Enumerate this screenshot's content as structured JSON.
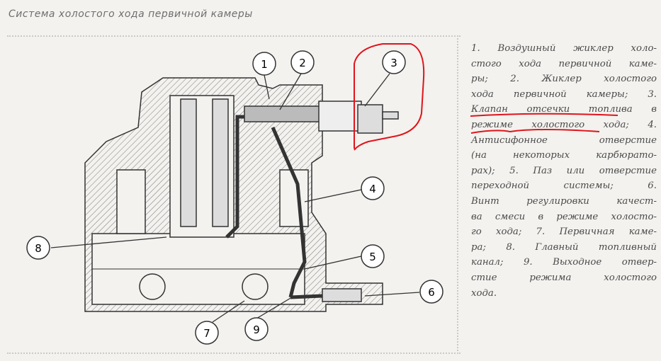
{
  "title": "Система холостого хода первичной камеры",
  "caption_lines": [
    "1. Воздушный жиклер холо-",
    "стого хода первичной каме-",
    "ры; 2. Жиклер холостого",
    "хода первичной камеры; 3.",
    "Клапан отсечки топлива в",
    "режиме холостого хода; 4.",
    "Антисифонное отверстие",
    "(на некоторых карбюрато-",
    "рах); 5. Паз или отверстие",
    "переходной системы; 6.",
    "Винт регулировки качест-",
    "ва смеси в режиме холосто-",
    "го хода; 7. Первичная каме-",
    "ра; 8. Главный топливный",
    "канал; 9. Выходное отвер-",
    "стие режима холостого",
    "хода."
  ],
  "callouts": [
    "1",
    "2",
    "3",
    "4",
    "5",
    "6",
    "7",
    "8",
    "9"
  ],
  "colors": {
    "annotation": "#e0141b",
    "ink": "#3a3a3a"
  }
}
